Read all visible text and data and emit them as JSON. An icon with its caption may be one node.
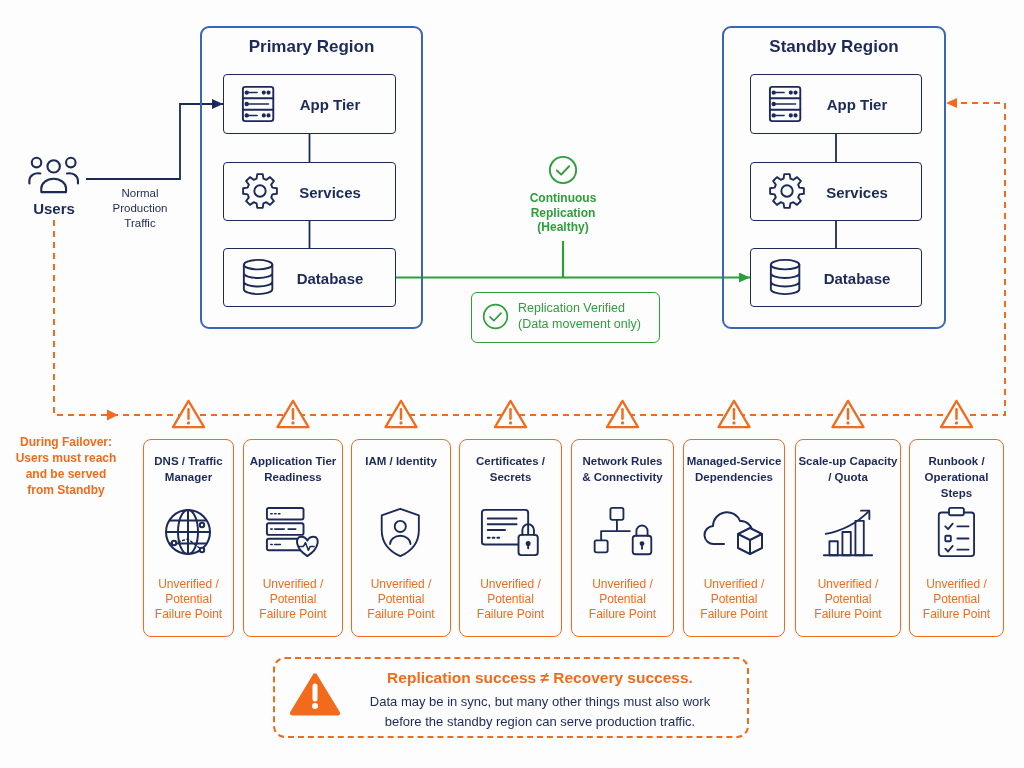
{
  "diagram": {
    "nodes": [
      {
        "text": [
          "Users"
        ]
      },
      {
        "text": [
          "Primary Region"
        ]
      },
      {
        "text": [
          "App Tier"
        ],
        "in": 1
      },
      {
        "text": [
          "Services"
        ],
        "in": 1
      },
      {
        "text": [
          "Database"
        ],
        "in": 1
      },
      {
        "text": [
          "Standby Region"
        ]
      },
      {
        "text": [
          "App Tier"
        ],
        "in": 5
      },
      {
        "text": [
          "Services"
        ],
        "in": 5
      },
      {
        "text": [
          "Database"
        ],
        "in": 5
      },
      {
        "text": [
          "Continuous Replication (Healthy)"
        ]
      },
      {
        "text": [
          "Replication Verified (Data movement only)"
        ]
      },
      {
        "text": [
          "DNS / Traffic Manager",
          "Unverified / Potential Failure Point"
        ]
      },
      {
        "text": [
          "Application Tier Readiness",
          "Unverified / Potential Failure Point"
        ]
      },
      {
        "text": [
          "IAM / Identity",
          "Unverified / Potential Failure Point"
        ]
      },
      {
        "text": [
          "Certificates / Secrets",
          "Unverified / Potential Failure Point"
        ]
      },
      {
        "text": [
          "Network Rules & Connectivity",
          "Unverified / Potential Failure Point"
        ]
      },
      {
        "text": [
          "Managed-Service Dependencies",
          "Unverified / Potential Failure Point"
        ]
      },
      {
        "text": [
          "Scale-up Capacity / Quota",
          "Unverified / Potential Failure Point"
        ]
      },
      {
        "text": [
          "Runbook / Operational Steps",
          "Unverified / Potential Failure Point"
        ]
      },
      {
        "text": [
          "Replication success ≠ Recovery success.",
          "Data may be in sync, but many other things must also work before the standby region can serve production traffic."
        ]
      }
    ],
    "edges": [
      {
        "from": 0,
        "to": 2,
        "arrow": "to",
        "label": "Normal Production Traffic"
      },
      {
        "from": 2,
        "to": 3,
        "arrow": "none"
      },
      {
        "from": 3,
        "to": 4,
        "arrow": "none"
      },
      {
        "from": 6,
        "to": 7,
        "arrow": "none"
      },
      {
        "from": 7,
        "to": 8,
        "arrow": "none"
      },
      {
        "from": 4,
        "to": 8,
        "arrow": "to",
        "color": "#2e9e3a"
      },
      {
        "from": 9,
        "to": null,
        "arrow": "none",
        "color": "#2e9e3a"
      },
      {
        "from": 0,
        "to": 5,
        "arrow": "to",
        "style": "dashed",
        "color": "#f26b1d",
        "label": "During Failover: Users must reach and be served from Standby"
      }
    ]
  }
}
